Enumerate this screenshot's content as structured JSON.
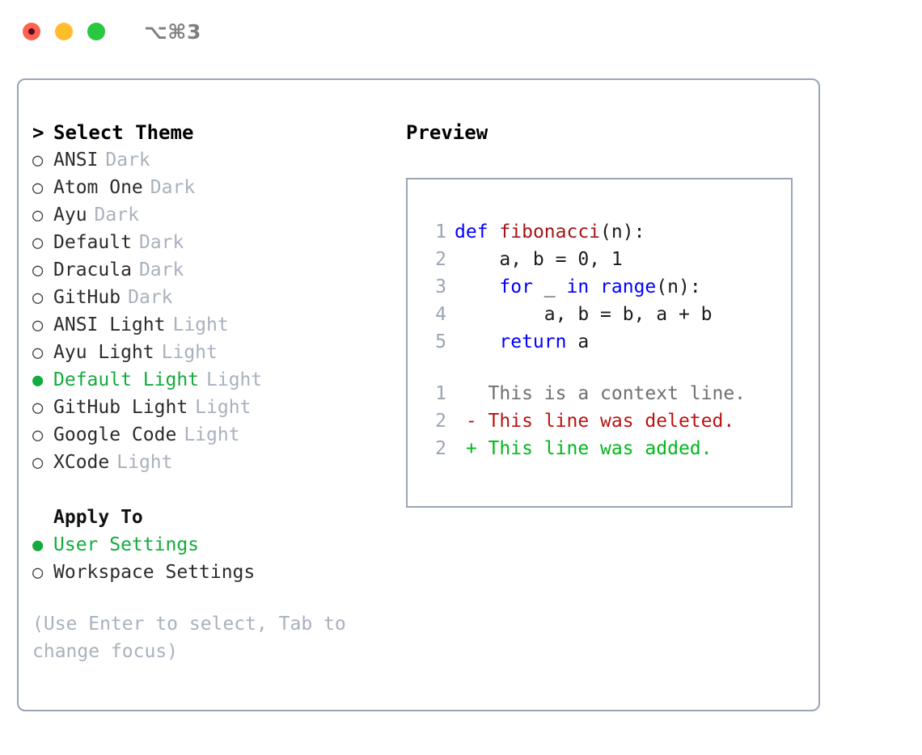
{
  "titlebar": {
    "shortcut": "⌥⌘3",
    "traffic_lights": [
      {
        "name": "close",
        "color": "#ff6158"
      },
      {
        "name": "minimize",
        "color": "#ffbd2e"
      },
      {
        "name": "zoom",
        "color": "#28c840"
      }
    ]
  },
  "colors": {
    "panel_border": "#9aa5b5",
    "selected_green": "#13ab3d",
    "muted_tag": "#a9b1bd",
    "keyword_blue": "#0000ff",
    "function_red": "#a31515",
    "diff_added": "#00b81d",
    "diff_deleted": "#bb1212"
  },
  "theme_section": {
    "title": "Select Theme",
    "caret": ">",
    "bullet_selected": "●",
    "bullet_unselected": "○",
    "items": [
      {
        "name": "ANSI",
        "tag": "Dark",
        "selected": false
      },
      {
        "name": "Atom One",
        "tag": "Dark",
        "selected": false
      },
      {
        "name": "Ayu",
        "tag": "Dark",
        "selected": false
      },
      {
        "name": "Default",
        "tag": "Dark",
        "selected": false
      },
      {
        "name": "Dracula",
        "tag": "Dark",
        "selected": false
      },
      {
        "name": "GitHub",
        "tag": "Dark",
        "selected": false
      },
      {
        "name": "ANSI Light",
        "tag": "Light",
        "selected": false
      },
      {
        "name": "Ayu Light",
        "tag": "Light",
        "selected": false
      },
      {
        "name": "Default Light",
        "tag": "Light",
        "selected": true
      },
      {
        "name": "GitHub Light",
        "tag": "Light",
        "selected": false
      },
      {
        "name": "Google Code",
        "tag": "Light",
        "selected": false
      },
      {
        "name": "XCode",
        "tag": "Light",
        "selected": false
      }
    ]
  },
  "apply_section": {
    "title": "Apply To",
    "items": [
      {
        "label": "User Settings",
        "selected": true
      },
      {
        "label": "Workspace Settings",
        "selected": false
      }
    ]
  },
  "hint": "(Use Enter to select, Tab to change focus)",
  "preview": {
    "heading": "Preview",
    "code_lines": [
      {
        "no": "1",
        "tokens": [
          {
            "t": "def",
            "c": "kw"
          },
          {
            "t": " ",
            "c": "pl"
          },
          {
            "t": "fibonacci",
            "c": "fn"
          },
          {
            "t": "(n):",
            "c": "pl"
          }
        ]
      },
      {
        "no": "2",
        "tokens": [
          {
            "t": "    a, b = 0, 1",
            "c": "pl"
          }
        ]
      },
      {
        "no": "3",
        "tokens": [
          {
            "t": "    ",
            "c": "pl"
          },
          {
            "t": "for",
            "c": "kw"
          },
          {
            "t": " _ ",
            "c": "pl"
          },
          {
            "t": "in",
            "c": "kw"
          },
          {
            "t": " ",
            "c": "pl"
          },
          {
            "t": "range",
            "c": "kw"
          },
          {
            "t": "(n):",
            "c": "pl"
          }
        ]
      },
      {
        "no": "4",
        "tokens": [
          {
            "t": "        a, b = b, a + b",
            "c": "pl"
          }
        ]
      },
      {
        "no": "5",
        "tokens": [
          {
            "t": "    ",
            "c": "pl"
          },
          {
            "t": "return",
            "c": "kw"
          },
          {
            "t": " a",
            "c": "pl"
          }
        ]
      }
    ],
    "diff_lines": [
      {
        "no": "1",
        "marker": " ",
        "text": "This is a context line.",
        "kind": "ctx"
      },
      {
        "no": "2",
        "marker": "-",
        "text": "This line was deleted.",
        "kind": "del"
      },
      {
        "no": "2",
        "marker": "+",
        "text": "This line was added.",
        "kind": "add"
      }
    ]
  }
}
